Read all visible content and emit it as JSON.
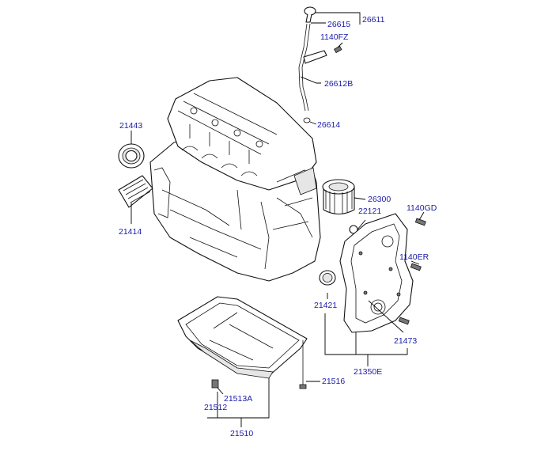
{
  "parts": {
    "p26611": "26611",
    "p26615": "26615",
    "p1140FZ": "1140FZ",
    "p26612B": "26612B",
    "p26614": "26614",
    "p21443": "21443",
    "p21414": "21414",
    "p26300": "26300",
    "p22121": "22121",
    "p1140GD": "1140GD",
    "p1140ER": "1140ER",
    "p21421": "21421",
    "p21473": "21473",
    "p21350E": "21350E",
    "p21516": "21516",
    "p21513A": "21513A",
    "p21512": "21512",
    "p21510": "21510"
  },
  "colors": {
    "label": "#1a1aa8",
    "line": "#000000"
  }
}
